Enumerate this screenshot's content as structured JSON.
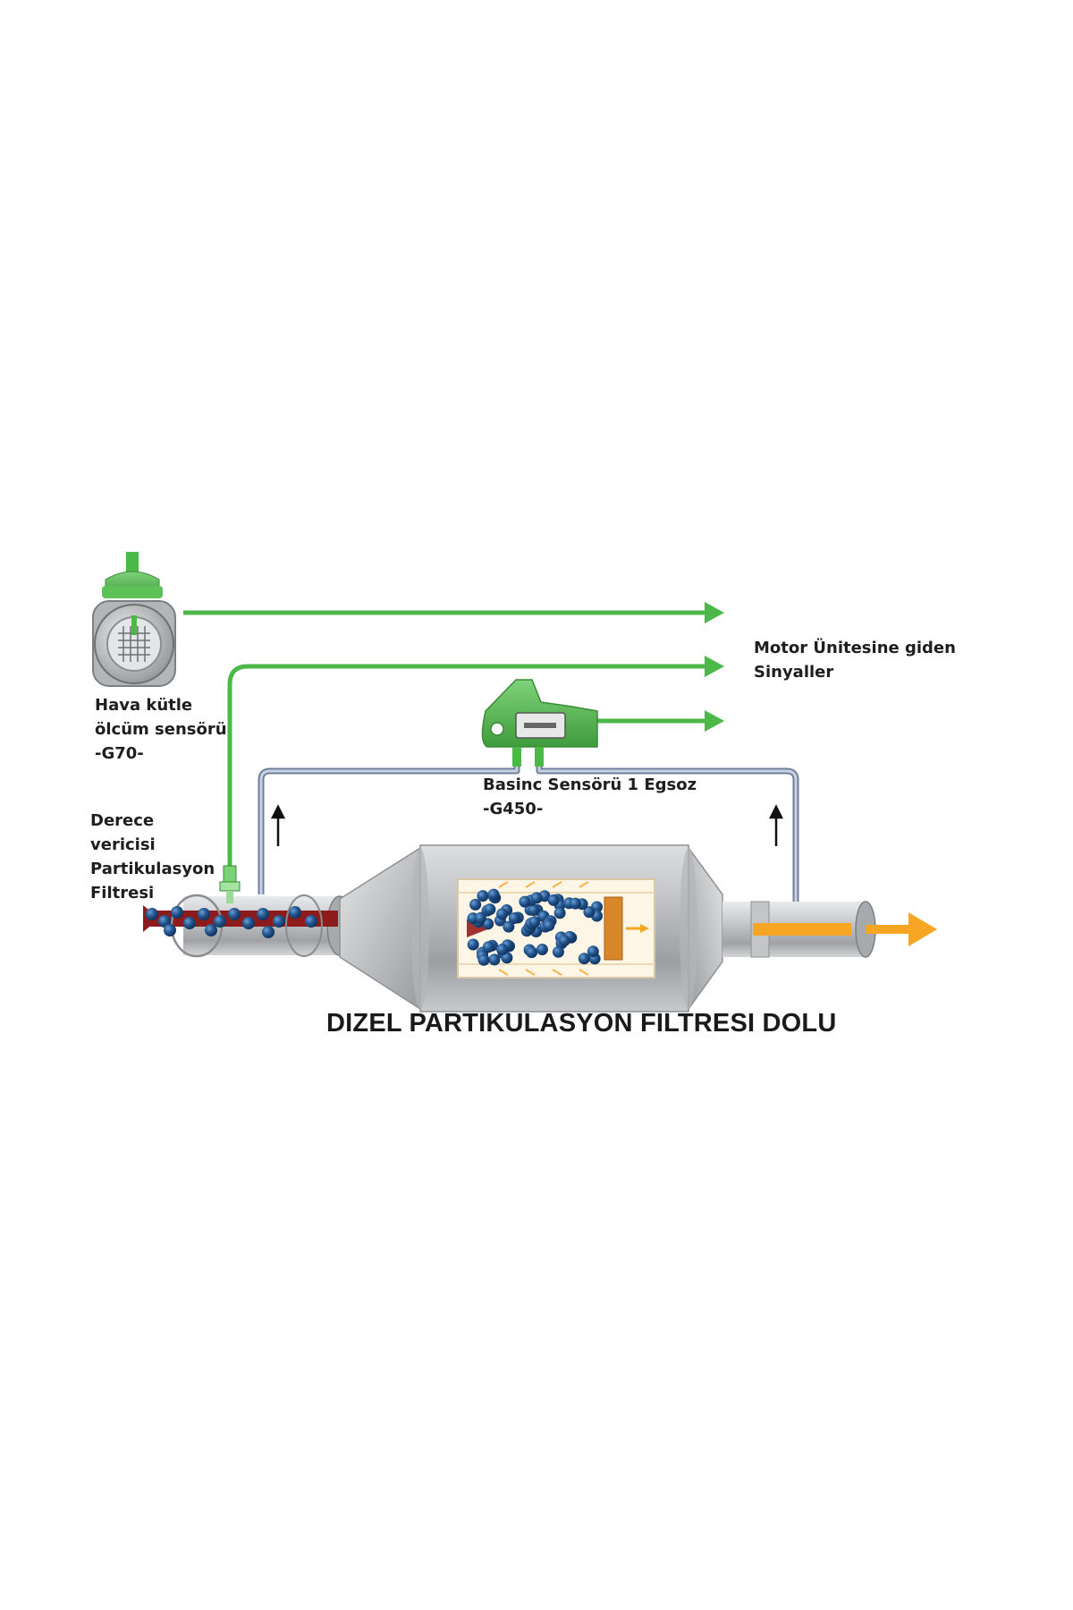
{
  "labels": {
    "maf_sensor": [
      "Hava kütle",
      "ölcüm sensörü",
      "-G70-"
    ],
    "temp_sender": [
      "Derece",
      "vericisi",
      "Partikulasyon",
      "Filtresi"
    ],
    "signals": [
      "Motor Ünitesine giden",
      "Sinyaller"
    ],
    "pressure_sensor": [
      "Basinc Sensörü 1 Egsoz",
      "-G450-"
    ]
  },
  "title": "DIZEL PARTIKULASYON FILTRESI DOLU",
  "colors": {
    "signal_green": "#4cb848",
    "pressure_line": "#8a9bb8",
    "soot_blue": "#1f4e88",
    "exhaust_red": "#8e1b1b",
    "clean_orange": "#f6a623",
    "metal_gray": "#b9bcbf"
  },
  "icons": {
    "maf": "mass-air-flow-sensor-icon",
    "pressure": "pressure-sensor-icon",
    "dpf": "diesel-particulate-filter-icon"
  }
}
